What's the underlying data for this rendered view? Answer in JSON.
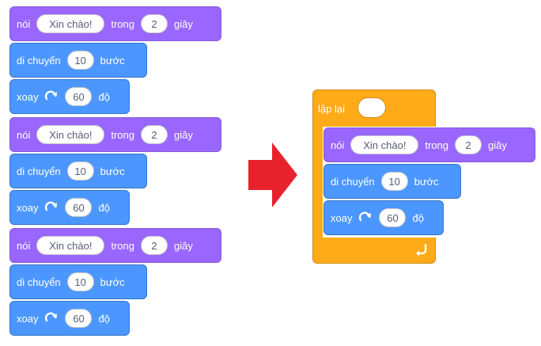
{
  "blocks": {
    "say": {
      "keyword": "nói",
      "message": "Xin chào!",
      "middle": "trong",
      "seconds": "2",
      "unit": "giây"
    },
    "move": {
      "keyword": "di chuyển",
      "steps": "10",
      "unit": "bước"
    },
    "turn": {
      "keyword": "xoay",
      "icon": "rotate-right-icon",
      "degrees": "60",
      "unit": "độ"
    }
  },
  "repeat": {
    "label": "lặp lại",
    "times": "",
    "icon": "loop-arrow-icon"
  },
  "arrow": {
    "icon": "right-arrow-icon",
    "color": "#e8222d"
  },
  "colors": {
    "looks": "#9966ff",
    "motion": "#4c97ff",
    "control": "#ffab19"
  }
}
